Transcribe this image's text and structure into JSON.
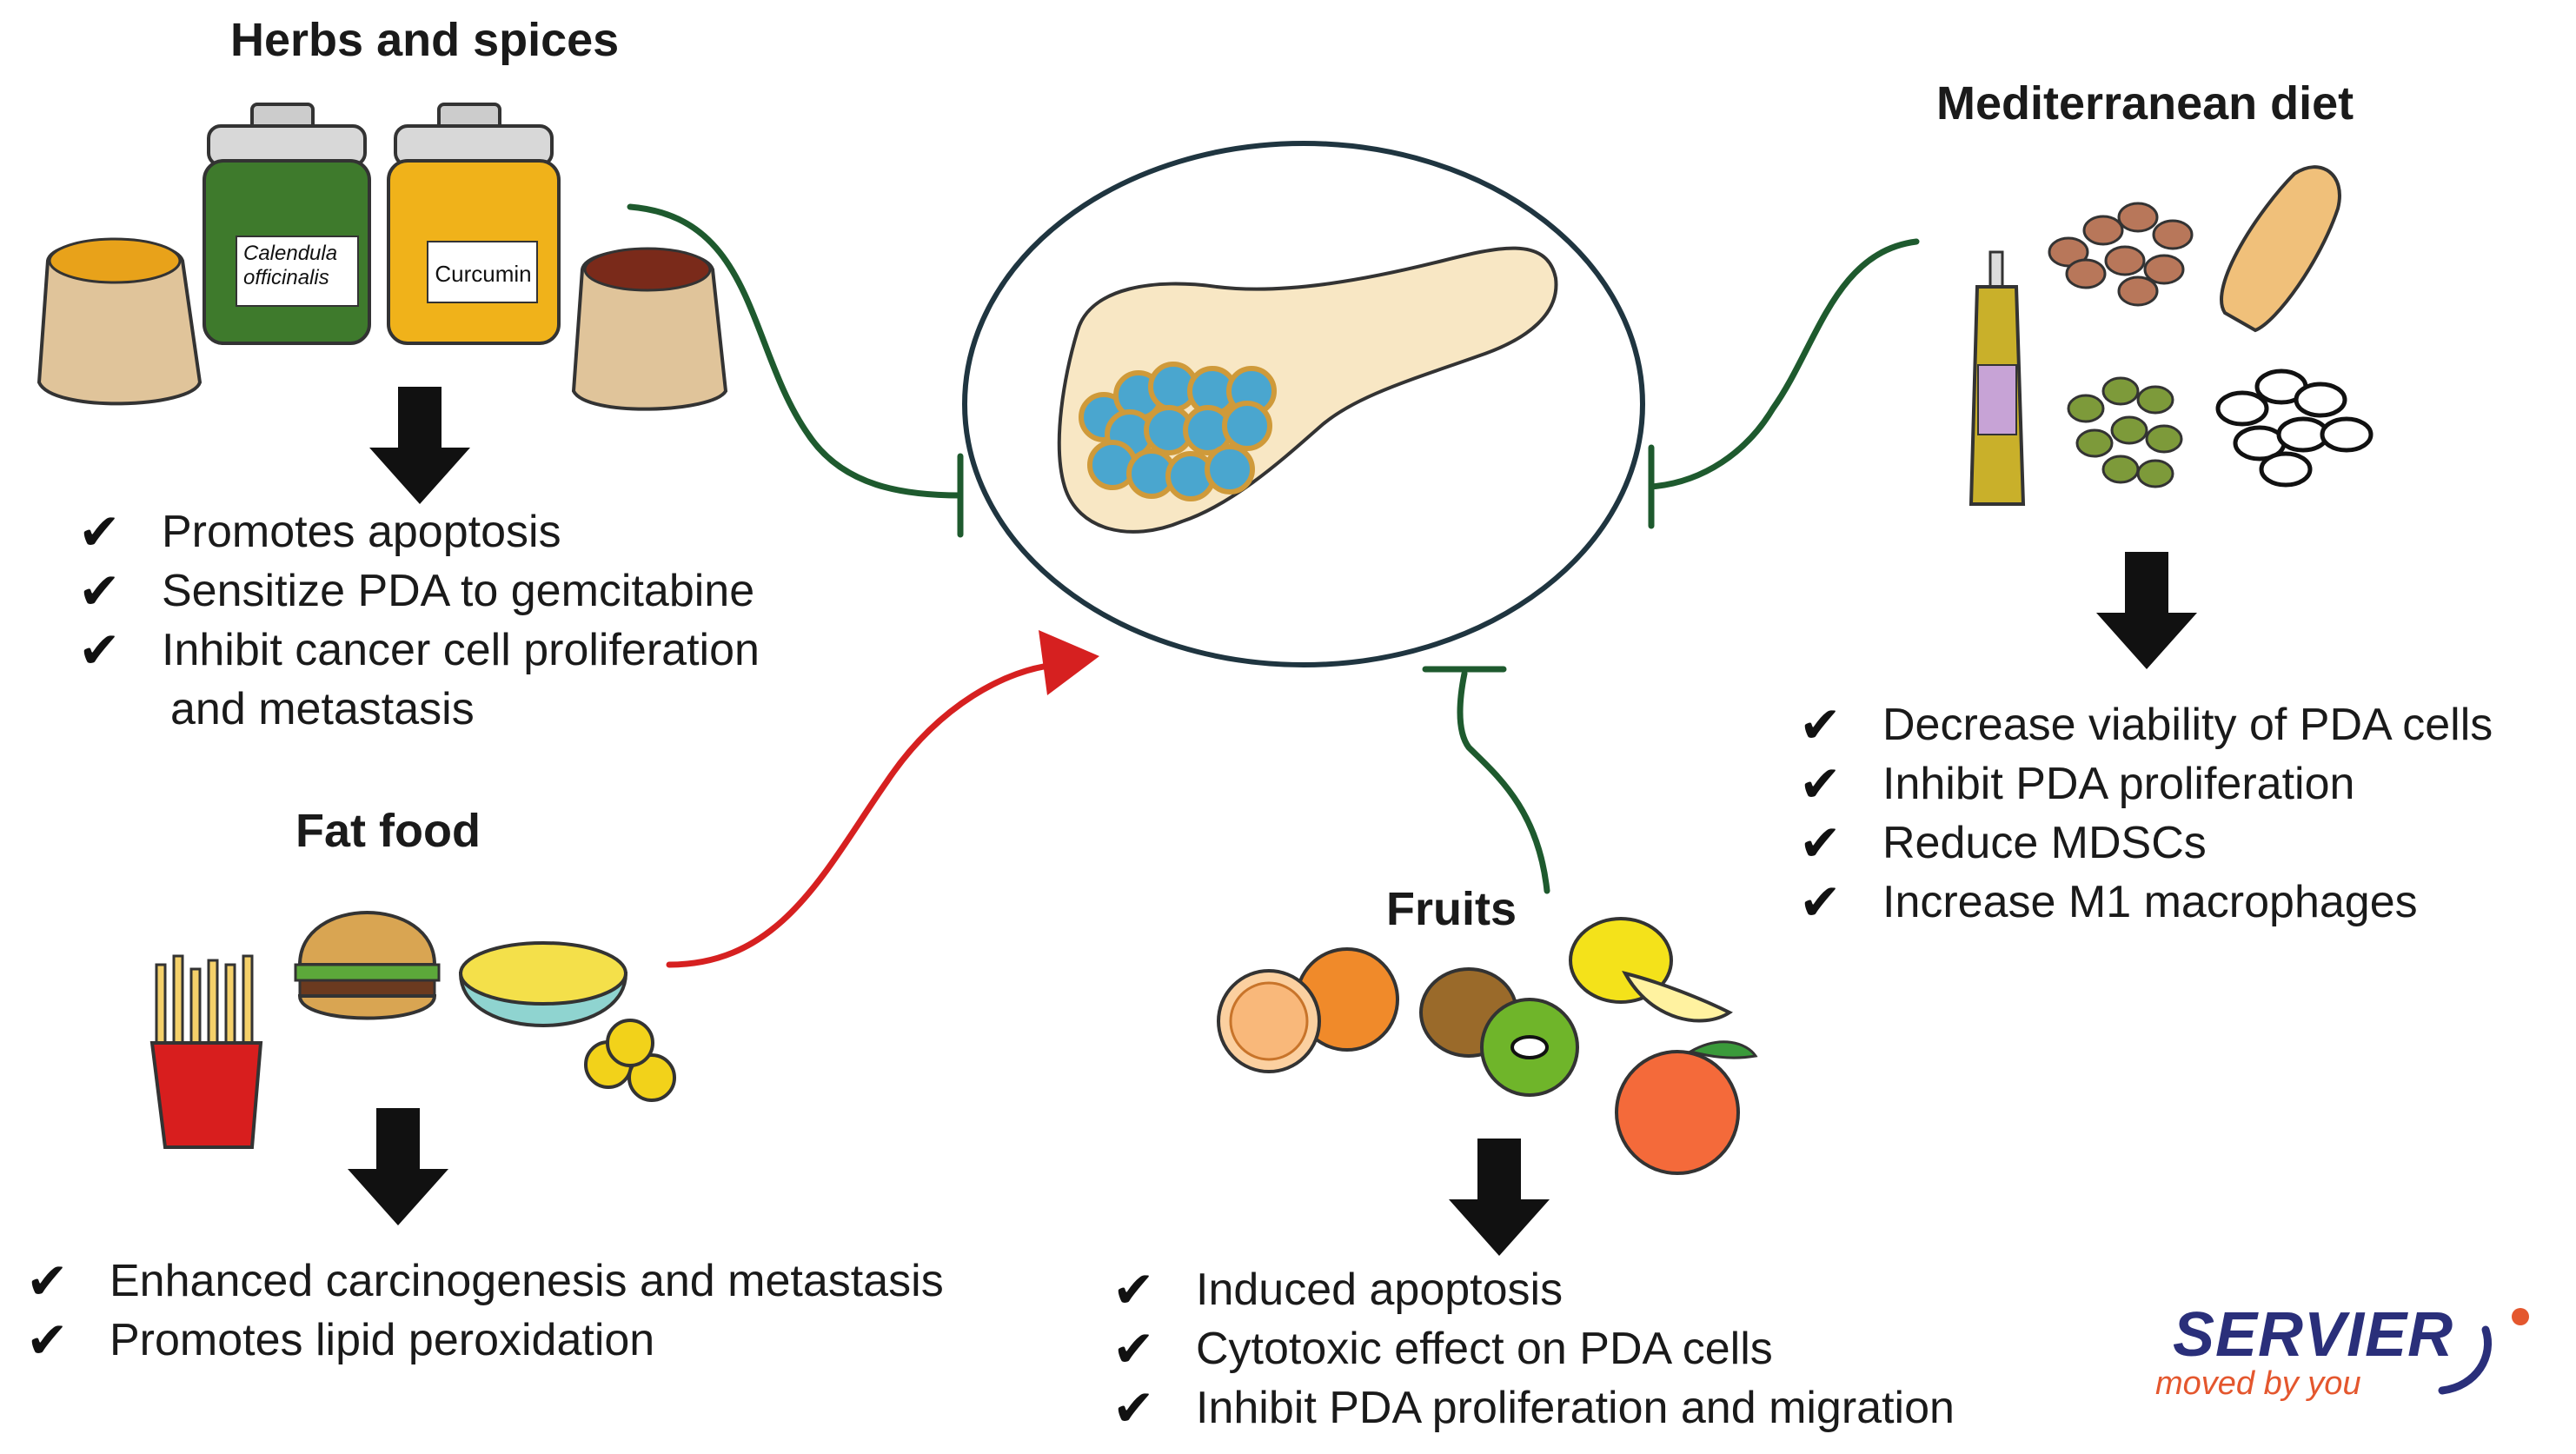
{
  "sections": {
    "herbs": {
      "title": "Herbs and spices",
      "jar_labels": [
        "Calendula officinalis",
        "Curcumin"
      ],
      "effects": [
        "Promotes apoptosis",
        "Sensitize PDA to gemcitabine",
        "Inhibit cancer cell proliferation",
        "and metastasis"
      ]
    },
    "mediterranean": {
      "title": "Mediterranean diet",
      "effects": [
        "Decrease viability of PDA cells",
        "Inhibit PDA proliferation",
        "Reduce MDSCs",
        "Increase M1 macrophages"
      ]
    },
    "fat": {
      "title": "Fat food",
      "effects": [
        "Enhanced carcinogenesis and metastasis",
        "Promotes lipid peroxidation"
      ]
    },
    "fruits": {
      "title": "Fruits",
      "effects": [
        "Induced apoptosis",
        "Cytotoxic effect on PDA cells",
        "Inhibit PDA proliferation and migration"
      ]
    }
  },
  "check_symbol": "✔",
  "logo": {
    "name": "SERVIER",
    "tagline": "moved by you"
  },
  "colors": {
    "inhibit_arrow": "#1e5a2e",
    "promote_arrow": "#d62020",
    "circle_stroke": "#1f3540",
    "pancreas_fill": "#f8e7c4",
    "cell_fill": "#4aa6cf",
    "logo_blue": "#2a2f7a",
    "logo_orange": "#e4572e"
  }
}
